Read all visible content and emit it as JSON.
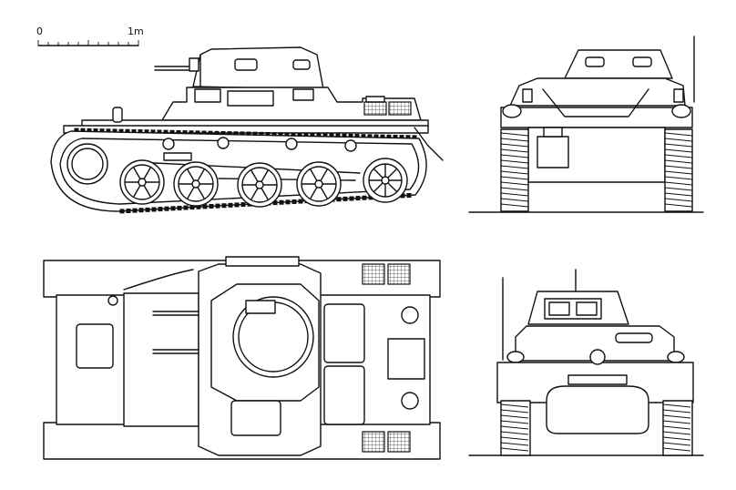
{
  "scale_bar": {
    "start_label": "0",
    "end_label": "1m"
  },
  "views": {
    "side": "side-view",
    "rear": "rear-view",
    "top": "top-view",
    "front": "front-view"
  },
  "road_wheel_count": 5
}
